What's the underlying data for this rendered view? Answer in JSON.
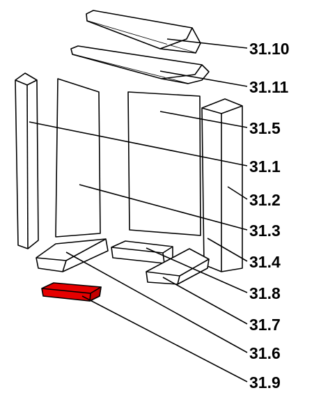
{
  "colors": {
    "highlight": "#e60000",
    "line": "#000000",
    "background": "#ffffff"
  },
  "labels": {
    "p31_10": "31.10",
    "p31_11": "31.11",
    "p31_5": "31.5",
    "p31_1": "31.1",
    "p31_2": "31.2",
    "p31_3": "31.3",
    "p31_4": "31.4",
    "p31_8": "31.8",
    "p31_7": "31.7",
    "p31_6": "31.6",
    "p31_9": "31.9"
  },
  "highlighted_part": "31.9"
}
